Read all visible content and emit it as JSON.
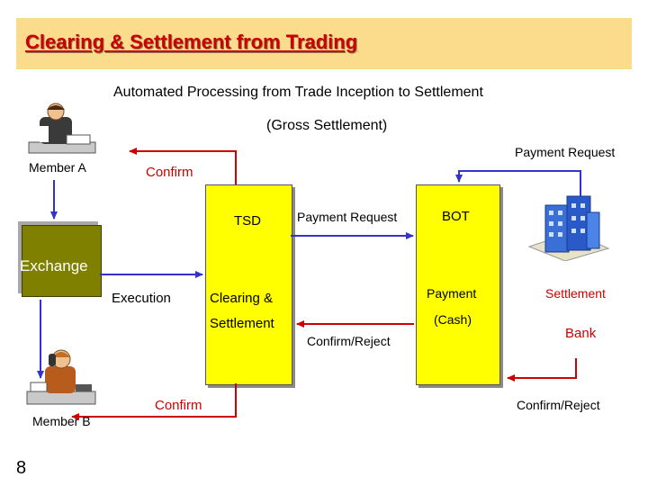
{
  "title": "Clearing & Settlement from Trading",
  "subtitle": "Automated Processing from Trade Inception to Settlement",
  "settlement_type": "(Gross Settlement)",
  "nodes": {
    "member_a": "Member A",
    "member_b": "Member B",
    "exchange": "Exchange",
    "tsd": "TSD",
    "bot": "BOT",
    "bank": "Bank"
  },
  "labels": {
    "confirm_top": "Confirm",
    "confirm_bottom": "Confirm",
    "payment_request_top": "Payment Request",
    "payment_request_mid": "Payment Request",
    "execution": "Execution",
    "clearing": "Clearing &",
    "settlement_word": "Settlement",
    "payment": "Payment",
    "cash": "(Cash)",
    "confirm_reject_mid": "Confirm/Reject",
    "confirm_reject_bottom": "Confirm/Reject",
    "settlement_red": "Settlement"
  },
  "page_number": "8",
  "colors": {
    "title_red": "#cc0000",
    "banner": "#fbdc8c",
    "box_yellow": "#ffff00",
    "exchange_olive": "#808000",
    "arrow_blue": "#3333cc",
    "arrow_red": "#cc0000"
  },
  "icons": [
    "person-at-desk-icon",
    "person-on-phone-icon",
    "bank-building-icon"
  ]
}
